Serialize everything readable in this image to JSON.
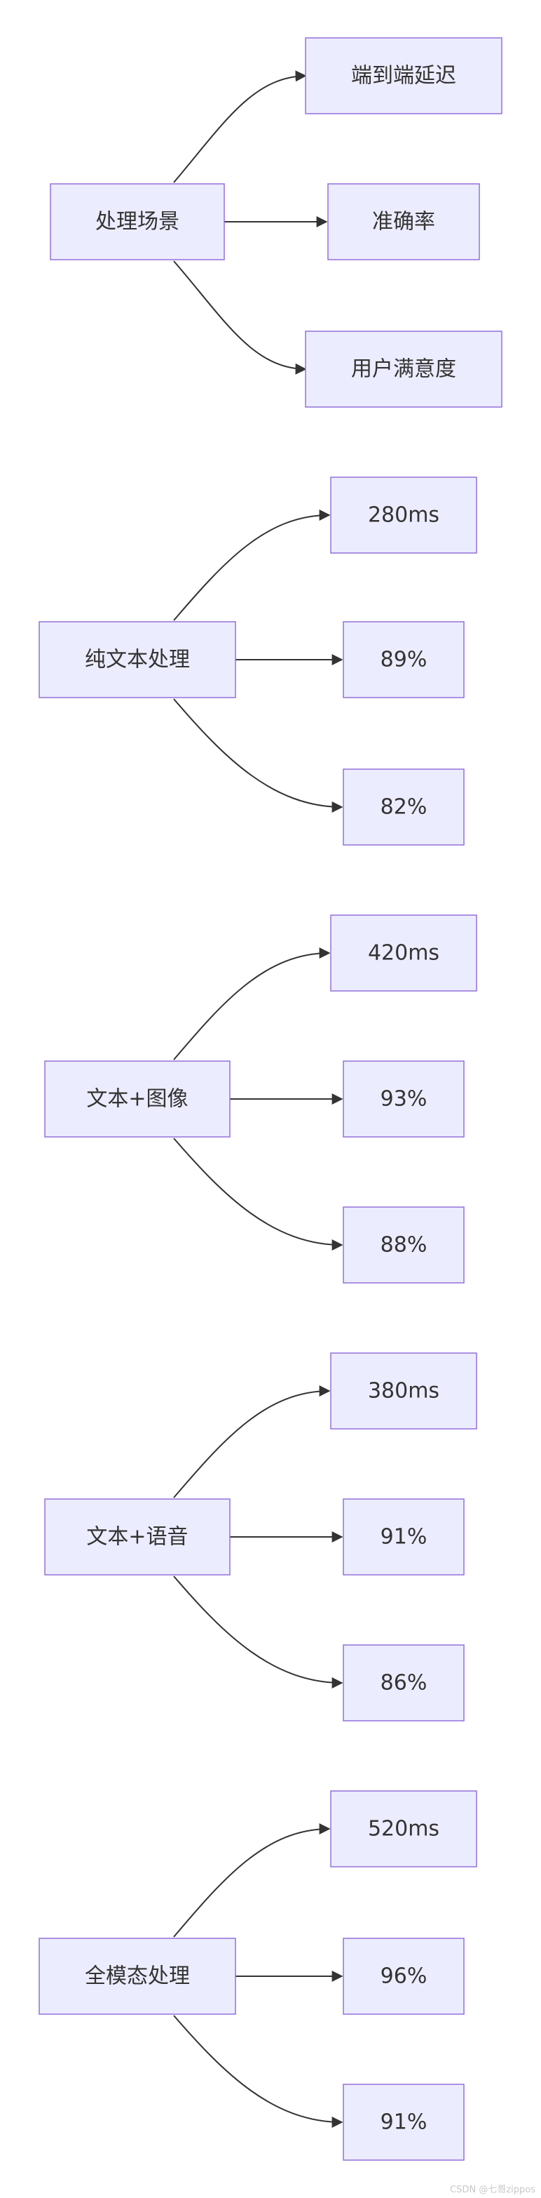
{
  "groups": [
    {
      "source": "处理场景",
      "targets": [
        "端到端延迟",
        "准确率",
        "用户满意度"
      ]
    },
    {
      "source": "纯文本处理",
      "targets": [
        "280ms",
        "89%",
        "82%"
      ]
    },
    {
      "source": "文本+图像",
      "targets": [
        "420ms",
        "93%",
        "88%"
      ]
    },
    {
      "source": "文本+语音",
      "targets": [
        "380ms",
        "91%",
        "86%"
      ]
    },
    {
      "source": "全模态处理",
      "targets": [
        "520ms",
        "96%",
        "91%"
      ]
    }
  ],
  "watermark": "CSDN @七哥zippos"
}
